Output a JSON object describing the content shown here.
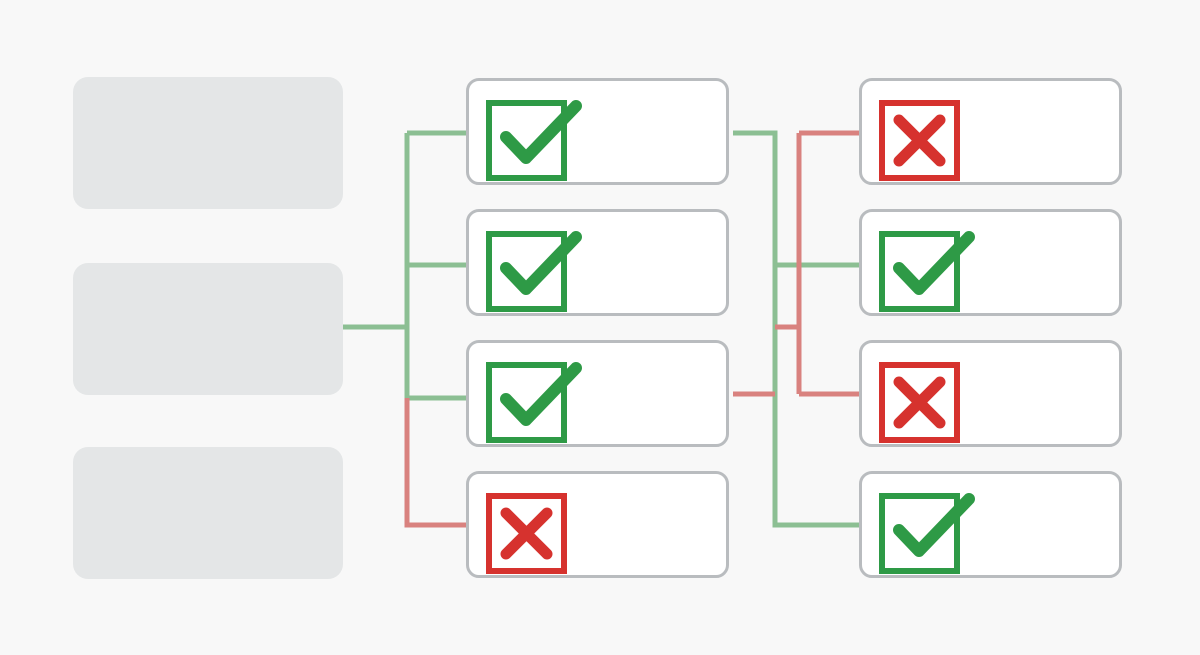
{
  "colors": {
    "background": "#f8f8f8",
    "placeholder_fill": "#e4e6e7",
    "node_border": "#b9bcbf",
    "pass": "#2e9a46",
    "fail": "#d6322e",
    "pass_line": "#8cbf93",
    "fail_line": "#d9827f"
  },
  "left_placeholders": [
    {
      "name": "placeholder-top"
    },
    {
      "name": "placeholder-middle"
    },
    {
      "name": "placeholder-bottom"
    }
  ],
  "column_1": [
    {
      "status": "pass",
      "icon": "check-icon"
    },
    {
      "status": "pass",
      "icon": "check-icon"
    },
    {
      "status": "pass",
      "icon": "check-icon"
    },
    {
      "status": "fail",
      "icon": "cross-icon"
    }
  ],
  "column_2": [
    {
      "status": "fail",
      "icon": "cross-icon"
    },
    {
      "status": "pass",
      "icon": "check-icon"
    },
    {
      "status": "fail",
      "icon": "cross-icon"
    },
    {
      "status": "pass",
      "icon": "check-icon"
    }
  ]
}
